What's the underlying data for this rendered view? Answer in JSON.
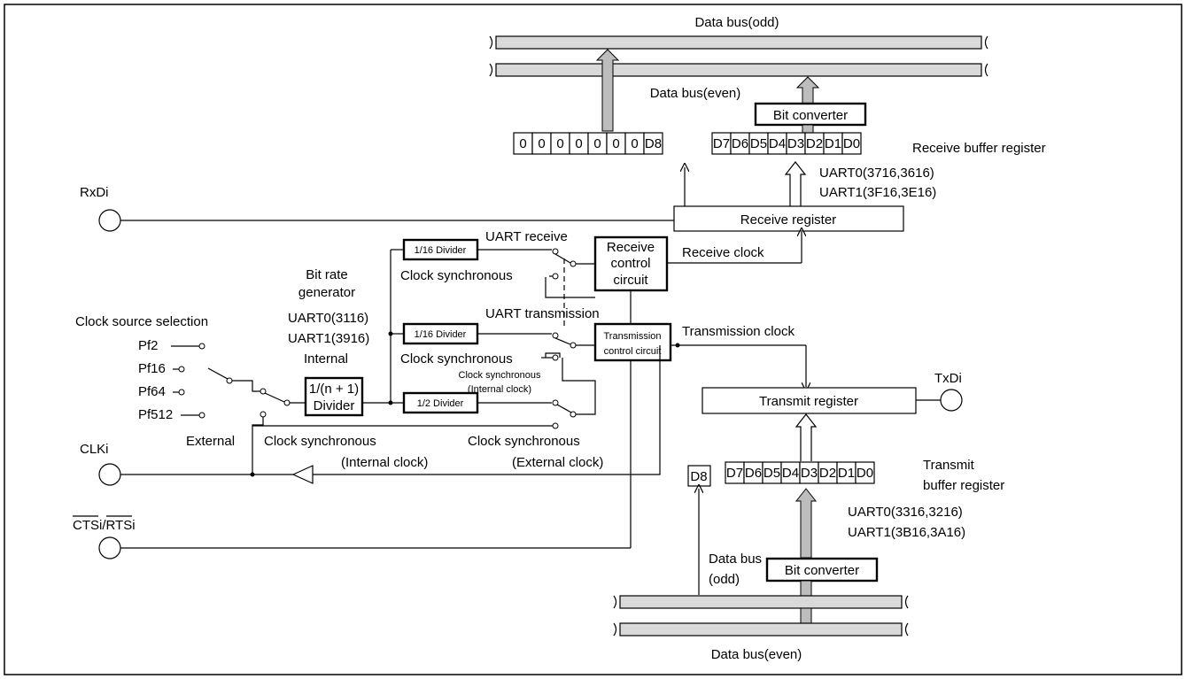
{
  "buses": {
    "data_bus_odd_top": "Data bus(odd)",
    "data_bus_even_top": "Data bus(even)",
    "data_bus_odd_bottom": "Data bus",
    "data_bus_odd_bottom_2": "(odd)",
    "data_bus_even_bottom": "Data bus(even)"
  },
  "receive": {
    "bit_converter": "Bit converter",
    "upper_bits": [
      "0",
      "0",
      "0",
      "0",
      "0",
      "0",
      "0",
      "D8"
    ],
    "lower_bits": [
      "D7",
      "D6",
      "D5",
      "D4",
      "D3",
      "D2",
      "D1",
      "D0"
    ],
    "buffer_label": "Receive buffer register",
    "uart0_addr": "UART0(3716,3616)",
    "uart1_addr": "UART1(3F16,3E16)",
    "register": "Receive register",
    "clock_label": "Receive clock",
    "control_circuit": [
      "Receive",
      "control",
      "circuit"
    ]
  },
  "transmit": {
    "bit_converter": "Bit converter",
    "d8": "D8",
    "lower_bits": [
      "D7",
      "D6",
      "D5",
      "D4",
      "D3",
      "D2",
      "D1",
      "D0"
    ],
    "buffer_label_1": "Transmit",
    "buffer_label_2": "buffer register",
    "uart0_addr": "UART0(3316,3216)",
    "uart1_addr": "UART1(3B16,3A16)",
    "register": "Transmit register",
    "clock_label": "Transmission clock",
    "control_circuit": [
      "Transmission",
      "control circuit"
    ]
  },
  "pins": {
    "rxd": "RxDi",
    "txd": "TxDi",
    "clk": "CLKi",
    "cts_rts": "CTSi/RTSi"
  },
  "clock": {
    "source_selection": "Clock source selection",
    "sources": [
      "Pf2",
      "Pf16",
      "Pf64",
      "Pf512"
    ],
    "bit_rate_1": "Bit rate",
    "bit_rate_2": "generator",
    "brg_uart0": "UART0(3116)",
    "brg_uart1": "UART1(3916)",
    "internal": "Internal",
    "external": "External",
    "divider_n": [
      "1/(n + 1)",
      "Divider"
    ],
    "div16_rx": "1/16 Divider",
    "div16_tx": "1/16 Divider",
    "div2": "1/2 Divider"
  },
  "switch_labels": {
    "uart_receive": "UART receive",
    "clock_sync_rx": "Clock synchronous",
    "uart_transmission": "UART transmission",
    "clock_sync_tx": "Clock synchronous",
    "clock_sync_int_1": "Clock synchronous",
    "clock_sync_int_2": "(Internal clock)",
    "clock_sync_int_clk_1": "Clock synchronous",
    "clock_sync_int_clk_2": "(Internal clock)",
    "clock_sync_ext_clk_1": "Clock synchronous",
    "clock_sync_ext_clk_2": "(External clock)"
  }
}
